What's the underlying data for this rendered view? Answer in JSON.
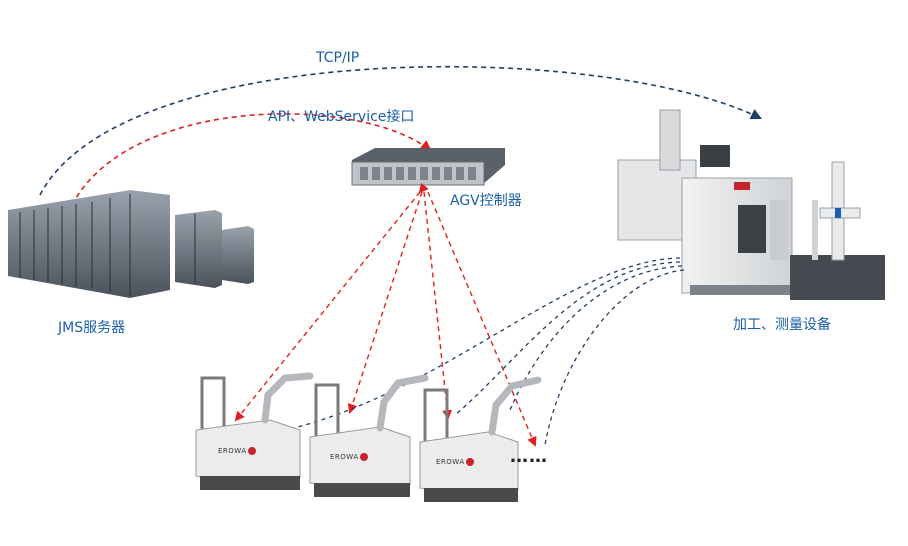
{
  "title": "",
  "labels": {
    "tcp_ip": "TCP/IP",
    "api_webservice": "API、WebService接口",
    "agv_controller": "AGV控制器",
    "jms_server": "JMS服务器",
    "machining_measuring": "加工、测量设备"
  },
  "robots": [
    {
      "brand": "EROWA"
    },
    {
      "brand": "EROWA"
    },
    {
      "brand": "EROWA"
    }
  ],
  "ellipsis": "……",
  "colors": {
    "label_blue": "#1a5ea8",
    "tcp_line": "#1f3f66",
    "api_line": "#e02020",
    "robot_body": "#e9e9e9",
    "robot_base": "#4a4a4a"
  }
}
